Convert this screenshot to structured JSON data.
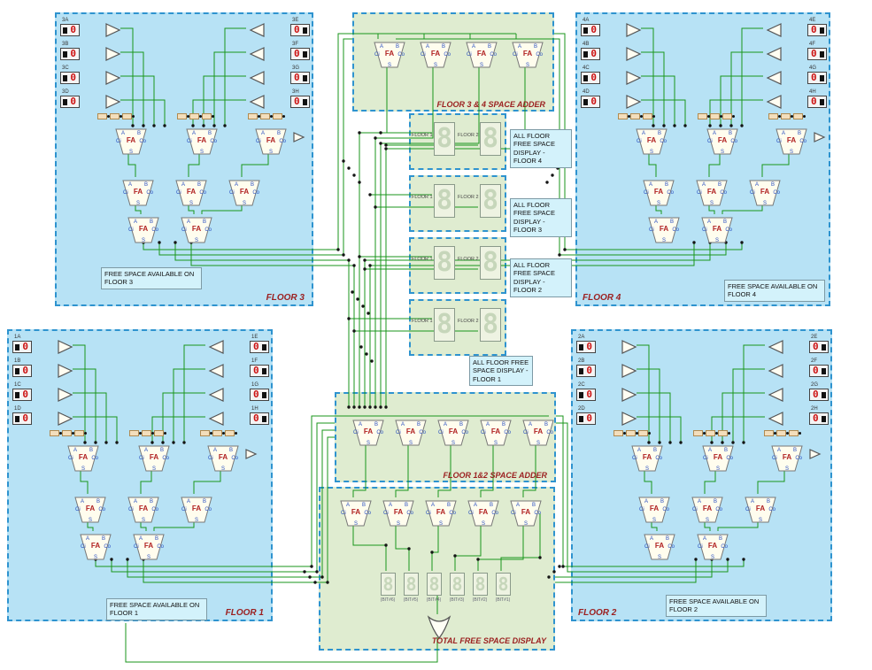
{
  "colors": {
    "wire": "#18961b",
    "panel_blue": "#b7e2f5",
    "panel_green": "#dfecd0",
    "dashed_border": "#2e93cf",
    "caption_cyan": "#d3f2fb",
    "label_maroon": "#9b1f1f",
    "switch_digit_red": "#cc1111",
    "fa_text_red": "#b02020",
    "pin_blue": "#2a4fc0",
    "segment_bg": "#eef3e2",
    "segment_digit": "#c6d6ba"
  },
  "floors": [
    {
      "name": "FLOOR 3",
      "caption": "FREE SPACE AVAILABLE ON FLOOR 3",
      "left_inputs": [
        "3A",
        "3B",
        "3C",
        "3D"
      ],
      "right_inputs": [
        "3E",
        "3F",
        "3G",
        "3H"
      ],
      "switch_value": "0"
    },
    {
      "name": "FLOOR 4",
      "caption": "FREE SPACE AVAILABLE ON FLOOR 4",
      "left_inputs": [
        "4A",
        "4B",
        "4C",
        "4D"
      ],
      "right_inputs": [
        "4E",
        "4F",
        "4G",
        "4H"
      ],
      "switch_value": "0"
    },
    {
      "name": "FLOOR 1",
      "caption": "FREE SPACE AVAILABLE ON FLOOR 1",
      "left_inputs": [
        "1A",
        "1B",
        "1C",
        "1D"
      ],
      "right_inputs": [
        "1E",
        "1F",
        "1G",
        "1H"
      ],
      "switch_value": "0"
    },
    {
      "name": "FLOOR 2",
      "caption": "FREE SPACE AVAILABLE ON FLOOR 2",
      "left_inputs": [
        "2A",
        "2B",
        "2C",
        "2D"
      ],
      "right_inputs": [
        "2E",
        "2F",
        "2G",
        "2H"
      ],
      "switch_value": "0"
    }
  ],
  "adders": [
    {
      "label": "FLOOR 3 & 4 SPACE ADDER",
      "fa_count": 4
    },
    {
      "label": "FLOOR 1&2 SPACE ADDER",
      "fa_count": 5
    }
  ],
  "display_groups": [
    {
      "digit_labels": [
        "FLOOR 1",
        "FLOOR 2"
      ],
      "caption": "ALL FLOOR FREE SPACE DISPLAY - FLOOR 4"
    },
    {
      "digit_labels": [
        "FLOOR 1",
        "FLOOR 2"
      ],
      "caption": "ALL FLOOR FREE SPACE DISPLAY - FLOOR 3"
    },
    {
      "digit_labels": [
        "FLOOR 1",
        "FLOOR 2"
      ],
      "caption": "ALL FLOOR FREE SPACE DISPLAY - FLOOR 2"
    },
    {
      "digit_labels": [
        "FLOOR 1",
        "FLOOR 2"
      ],
      "caption": "ALL FLOOR FREE SPACE DISPLAY - FLOOR 1"
    }
  ],
  "total_display": {
    "label": "TOTAL FREE SPACE DISPLAY",
    "fa_count": 5,
    "digit_labels": [
      "(BIT#6)",
      "(BIT#5)",
      "(BIT#4)",
      "(BIT#3)",
      "(BIT#2)",
      "(BIT#1)"
    ]
  },
  "fa_unit": {
    "label": "FA",
    "pins": {
      "a": "A",
      "b": "B",
      "cin": "Ci",
      "cout": "Co",
      "sum": "S"
    }
  },
  "seven_segment_off_value": "8"
}
